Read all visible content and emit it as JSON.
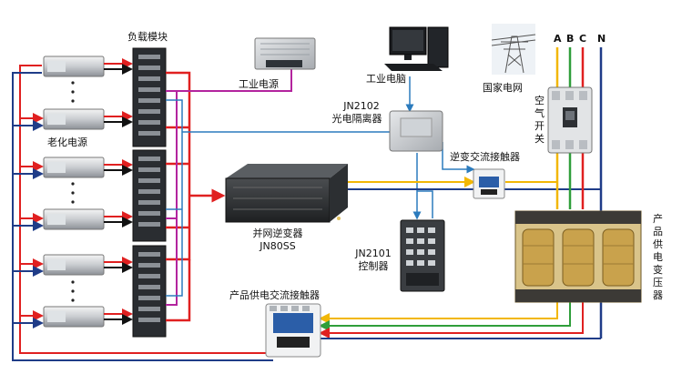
{
  "labels": {
    "load_module": "负载模块",
    "industrial_power": "工业电源",
    "industrial_pc": "工业电脑",
    "state_grid": "国家电网",
    "aging_power": "老化电源",
    "isolator_model": "JN2102",
    "isolator_name": "光电隔离器",
    "inverter_contactor": "逆变交流接触器",
    "air_switch": "空气开关",
    "inverter_name": "并网逆变器",
    "inverter_model": "JN80SS",
    "controller_model": "JN2101",
    "controller_name": "控制器",
    "product_contactor": "产品供电交流接触器",
    "transformer": "产品供电变压器"
  },
  "phases": [
    "A",
    "B",
    "C",
    "N"
  ],
  "colors": {
    "phase_a": "#f2b705",
    "phase_b": "#2f9e3a",
    "phase_c": "#e02020",
    "neutral": "#1f3c88",
    "comm": "#2b7bbd",
    "ac_out": "#e02020",
    "magenta": "#b3249e",
    "dc": "#111111"
  }
}
